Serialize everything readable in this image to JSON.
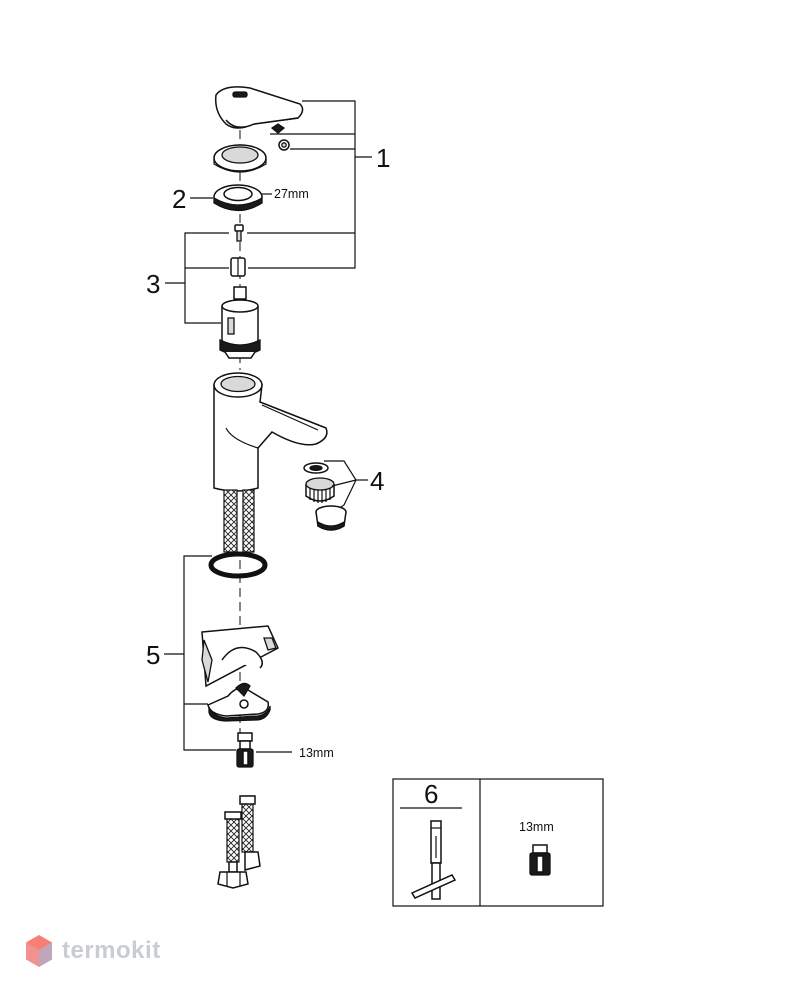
{
  "callouts": {
    "c1": "1",
    "c2": "2",
    "c3": "3",
    "c4": "4",
    "c5": "5",
    "c6": "6"
  },
  "dimensions": {
    "ring_size": "27mm",
    "nut_size": "13mm",
    "tool_nut_size": "13mm"
  },
  "watermark": {
    "text": "termokit",
    "brand_color": "#e53935",
    "text_color": "#c9cdd2"
  }
}
